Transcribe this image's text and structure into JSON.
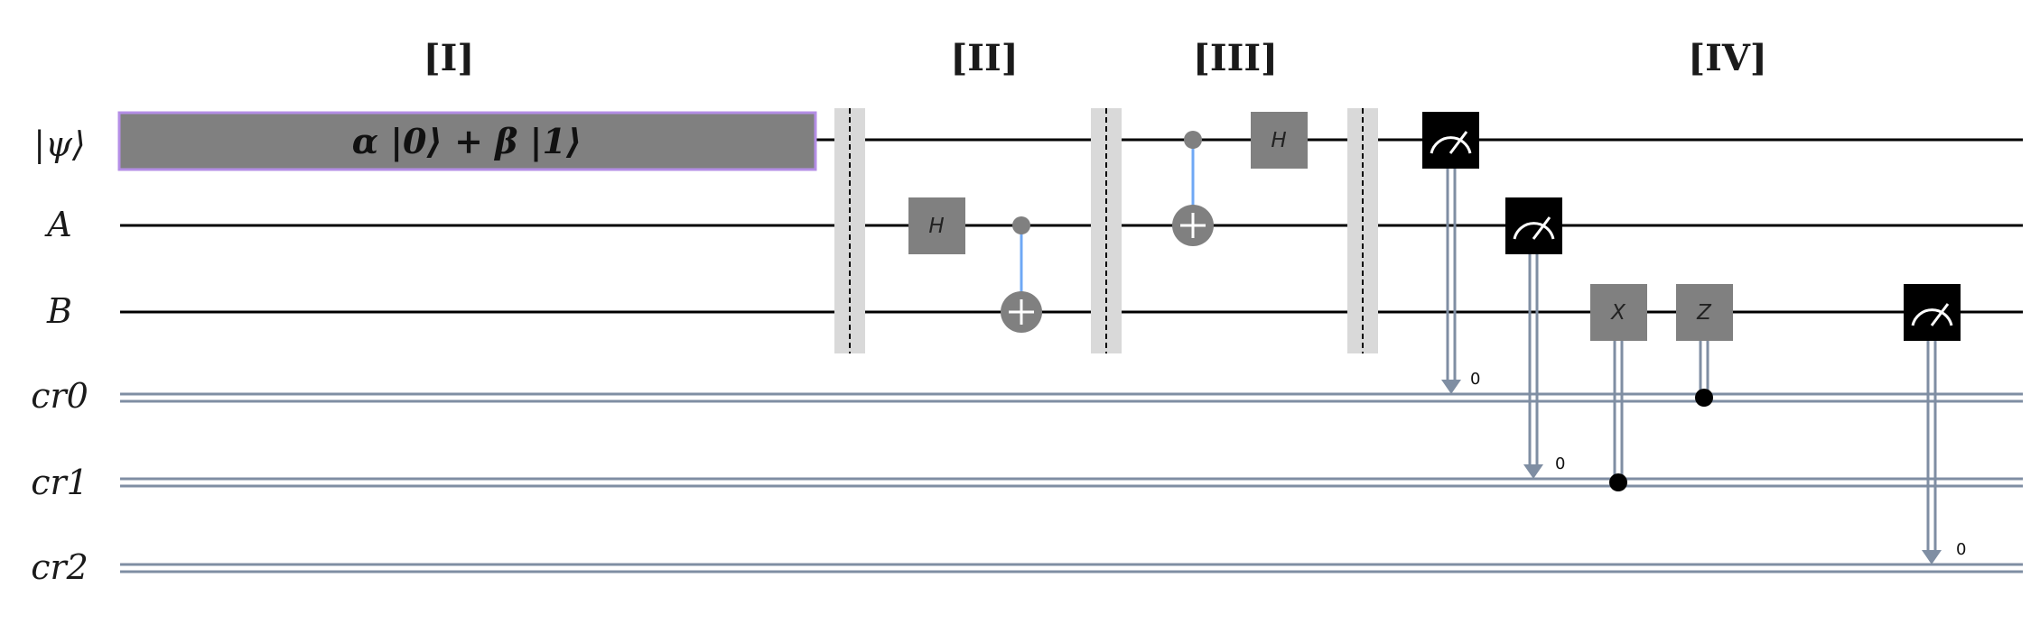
{
  "diagram": {
    "stage_labels": [
      "[I]",
      "[II]",
      "[III]",
      "[IV]"
    ],
    "wire_labels": {
      "psi": "|ψ⟩",
      "a": "A",
      "b": "B",
      "cr0": "cr0",
      "cr1": "cr1",
      "cr2": "cr2"
    },
    "state_prep": "α |0⟩ + β |1⟩",
    "gates": {
      "h1": "H",
      "h2": "H",
      "x": "X",
      "z": "Z"
    },
    "measure_bits": [
      "0",
      "0",
      "0"
    ],
    "colors": {
      "quantum_wire": "#000000",
      "classical_wire": "#7f8ea3",
      "gate_fill": "#808080",
      "state_prep_fill": "#808080",
      "state_prep_border": "#b48ee6",
      "barrier_fill": "#d9d9d9",
      "control_line": "#6fa8f5",
      "measure_fill": "#000000"
    }
  }
}
